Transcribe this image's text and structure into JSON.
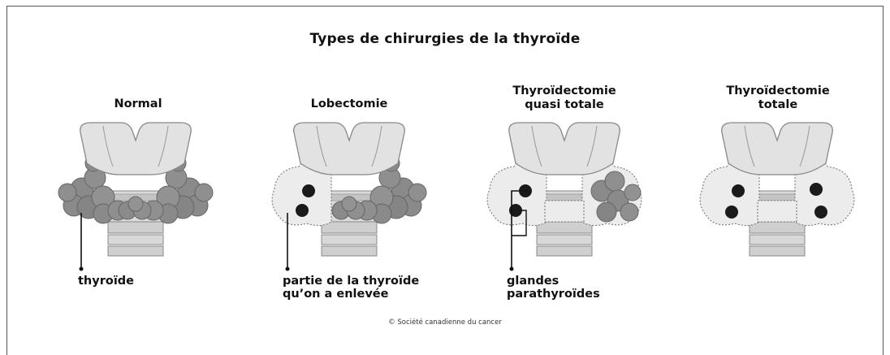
{
  "title": "Types de chirurgies de la thyroïde",
  "panels": [
    {
      "heading": "Normal",
      "caption": "thyroïde"
    },
    {
      "heading": "Lobectomie",
      "caption": "partie de la thyroïde\nqu’on a enlevée"
    },
    {
      "heading": "Thyroïdectomie\nquasi totale",
      "caption": "glandes\nparathyroïdes"
    },
    {
      "heading": "Thyroïdectomie\ntotale",
      "caption": ""
    }
  ],
  "credit": "© Société canadienne du cancer",
  "colors": {
    "thyroid_tissue": "#8a8a8a",
    "removed_area": "#ececec",
    "larynx": "#e2e2e2",
    "trachea": "#c9c9c9",
    "parathyroid": "#1a1a1a"
  }
}
